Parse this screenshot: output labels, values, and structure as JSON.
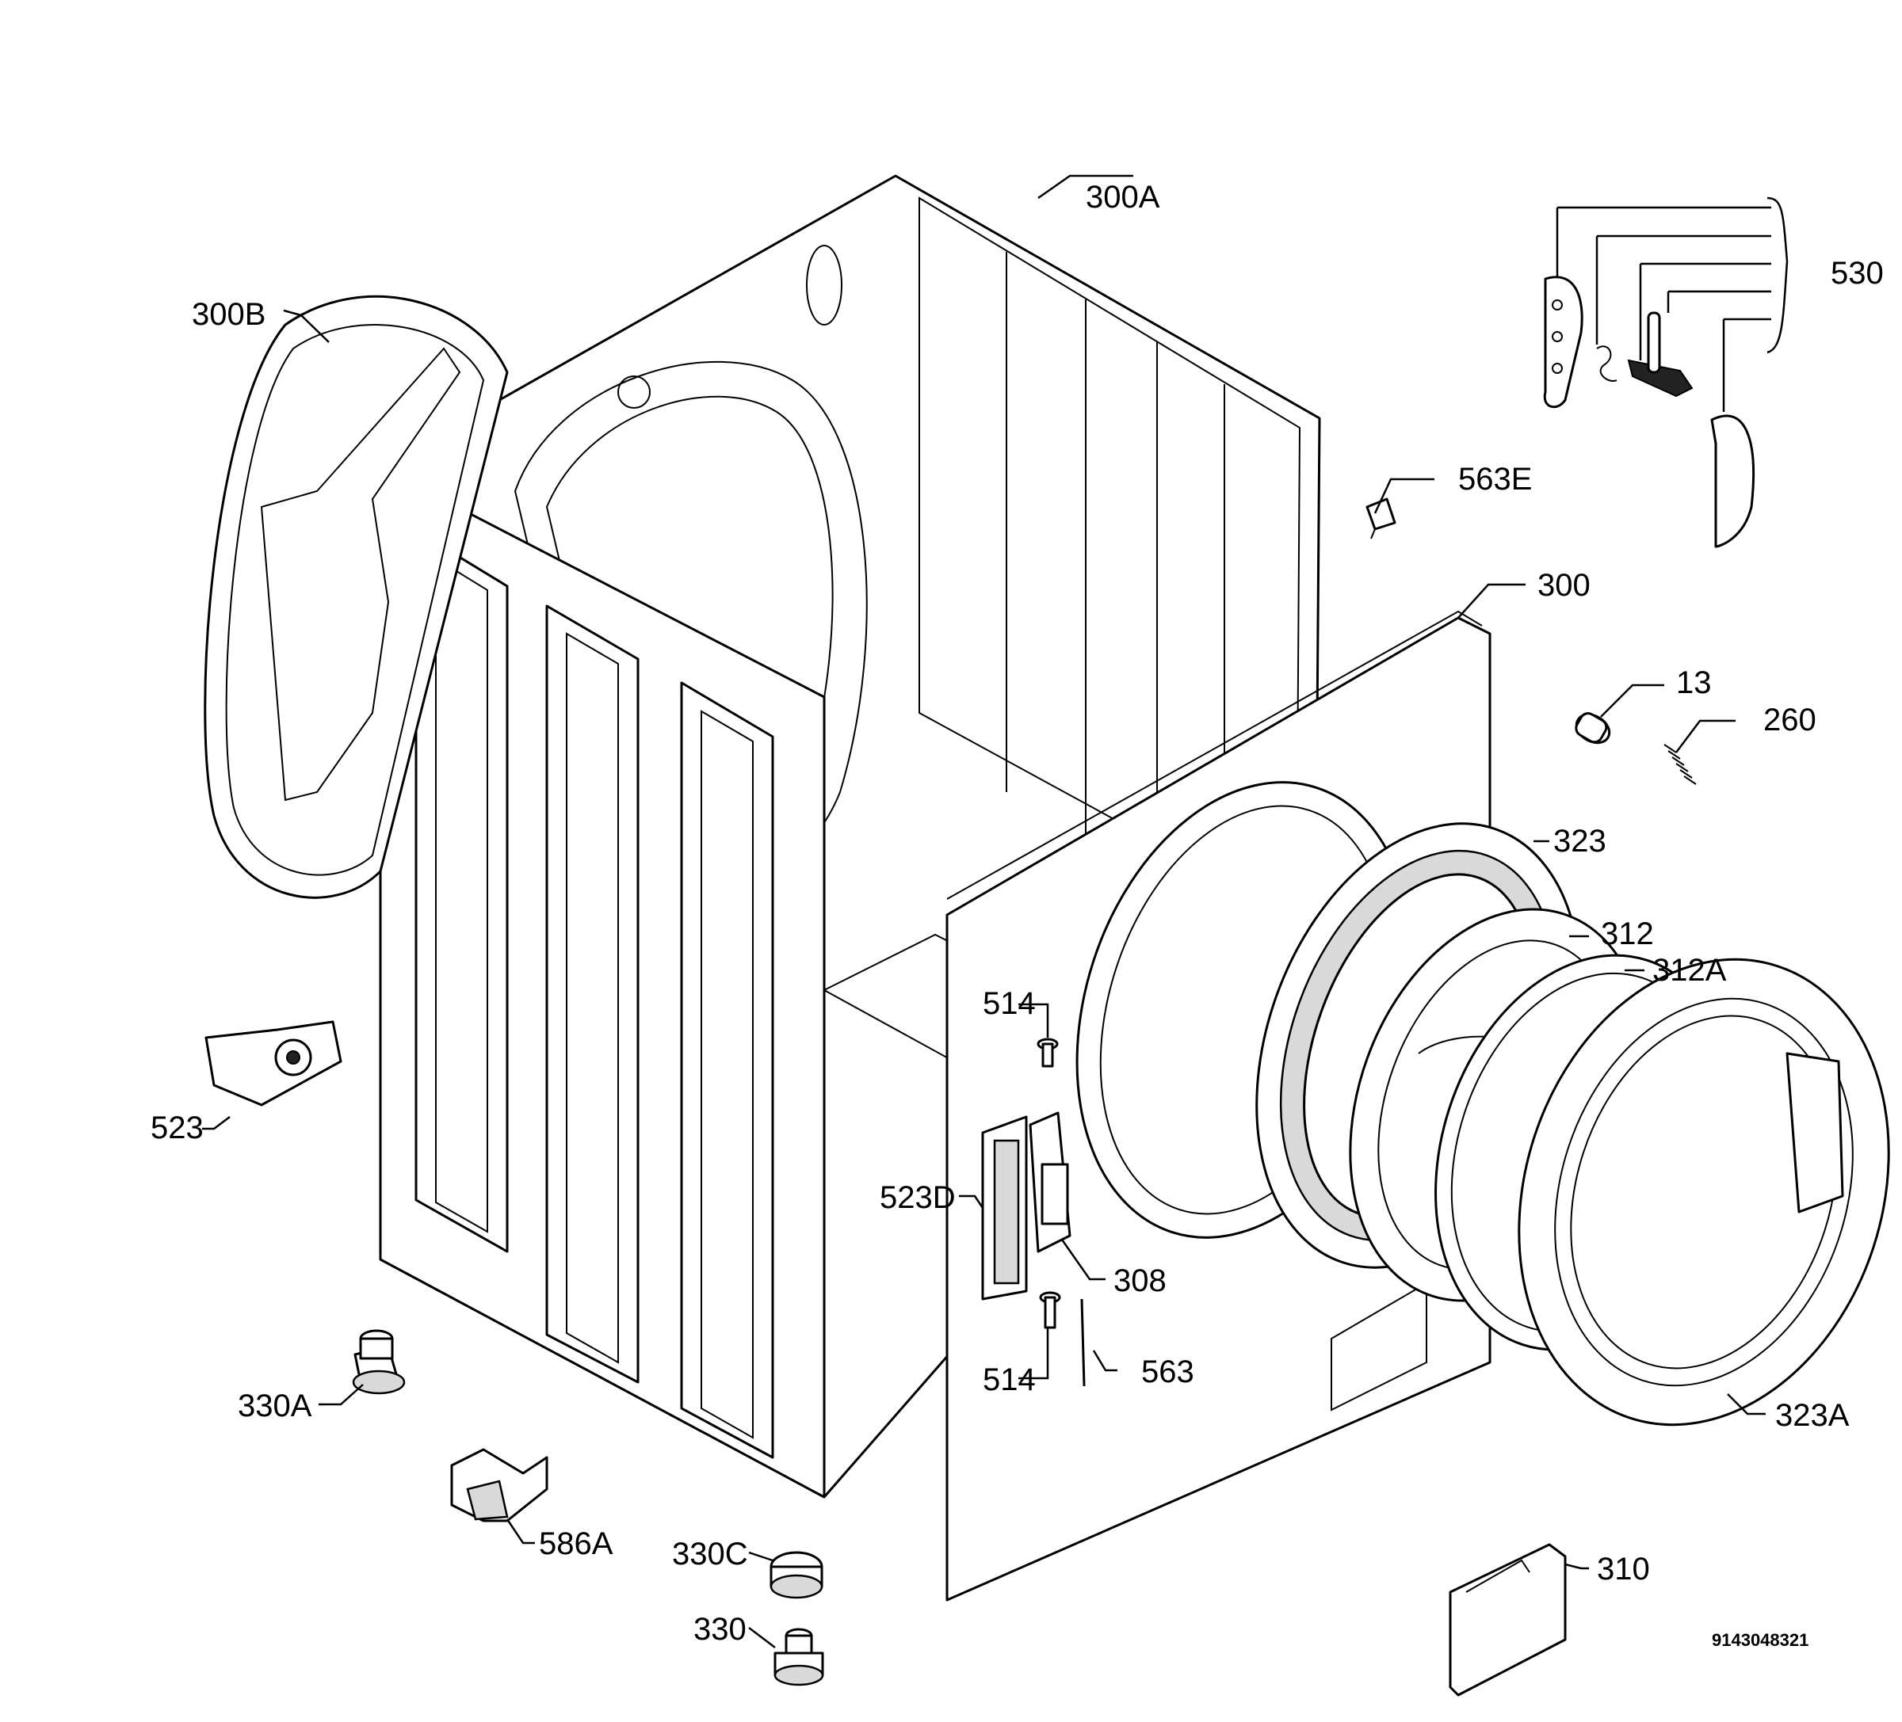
{
  "labels": {
    "p300A": "300A",
    "p300B": "300B",
    "p530": "530",
    "p563E": "563E",
    "p300": "300",
    "p13": "13",
    "p260": "260",
    "p323": "323",
    "p312": "312",
    "p312A": "312A",
    "p514a": "514",
    "p514b": "514",
    "p523": "523",
    "p523D": "523D",
    "p308": "308",
    "p563": "563",
    "p330A": "330A",
    "p586A": "586A",
    "p330C": "330C",
    "p330": "330",
    "p323A": "323A",
    "p310": "310"
  },
  "drawing_number": "9143048321"
}
